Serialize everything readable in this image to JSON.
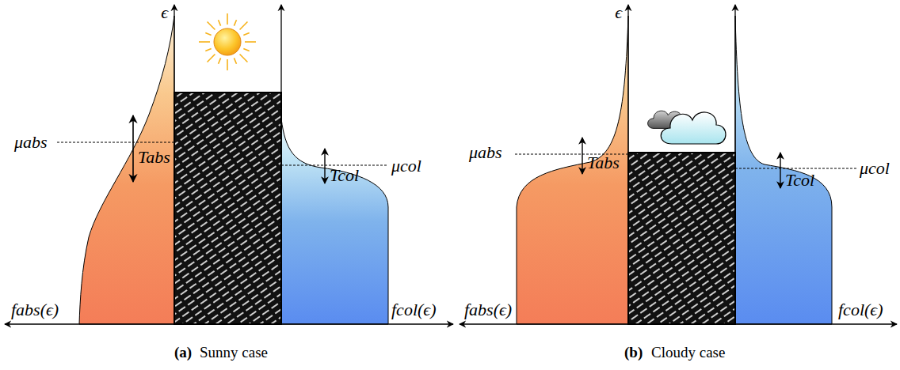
{
  "diagram": {
    "labels": [
      "ϵ",
      "μabs",
      "Tabs",
      "μcol",
      "Tcol",
      "fabs(ϵ)",
      "fcol(ϵ)",
      "ϵ",
      "μabs",
      "Tabs",
      "μcol",
      "Tcol",
      "fabs(ϵ)",
      "fcol(ϵ)",
      "(a)",
      "Sunny case",
      "(b)",
      "Cloudy case"
    ]
  }
}
